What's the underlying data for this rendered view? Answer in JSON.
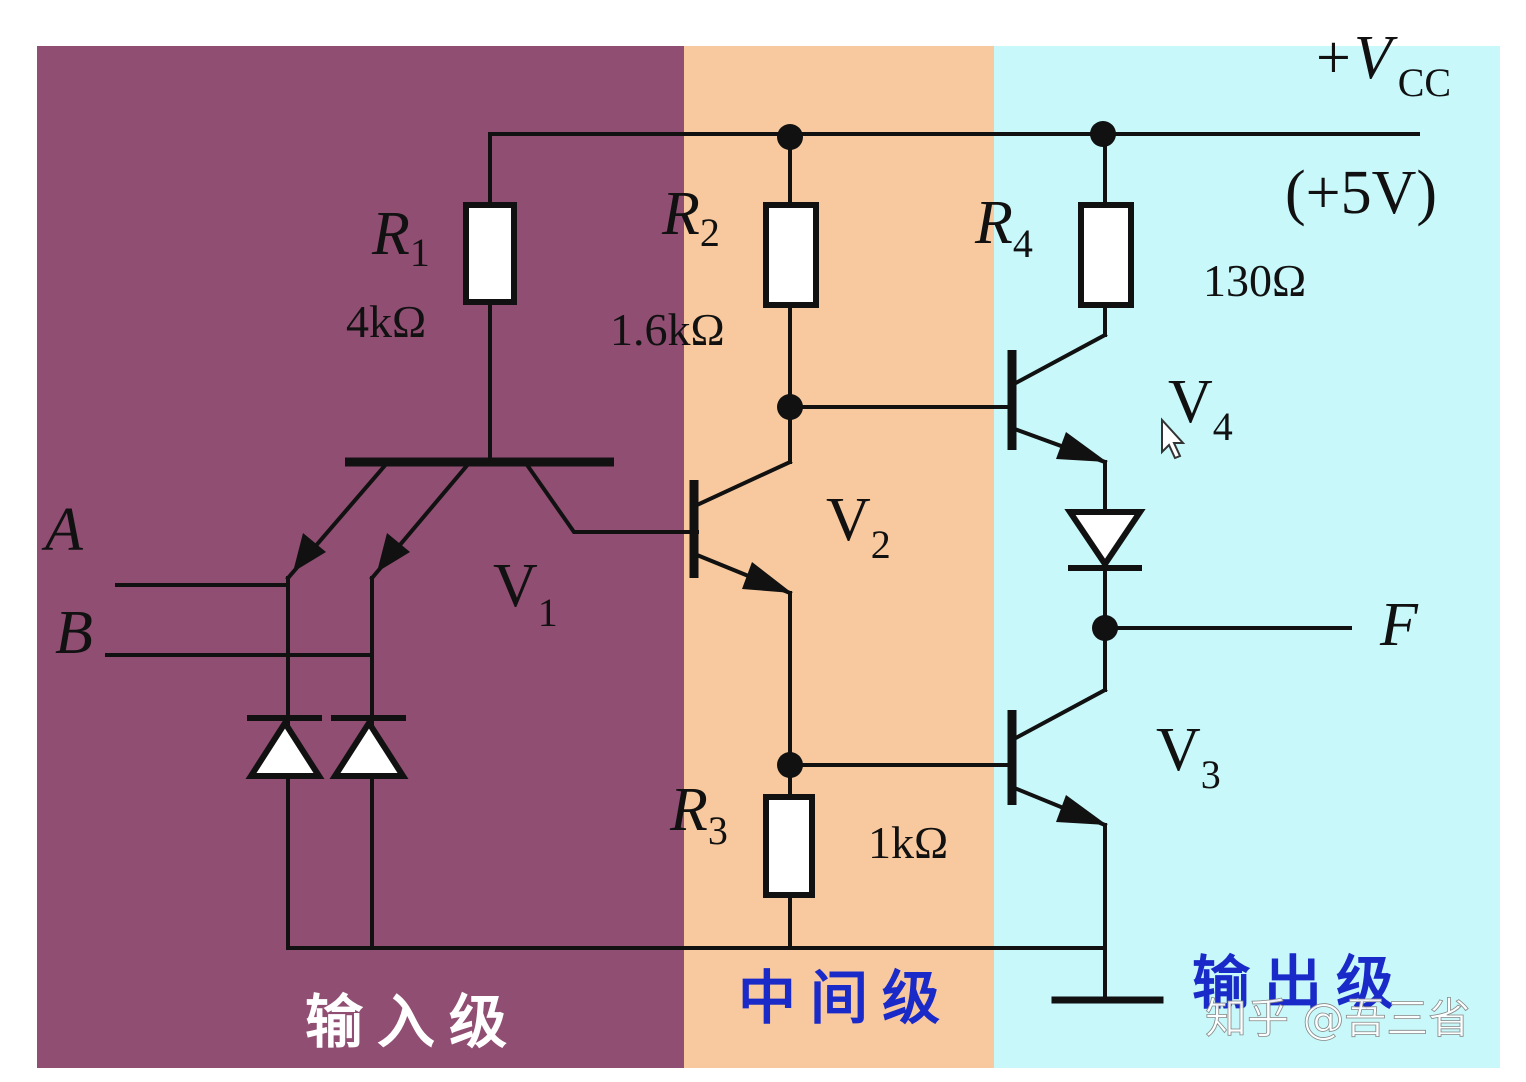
{
  "colors": {
    "input_bg": "#904E72",
    "middle_bg": "#F8C99E",
    "output_bg": "#C8F8FA",
    "wire": "#111111",
    "stage_label_input": "#FFFFFF",
    "stage_label_other": "#1A2AC8"
  },
  "labels": {
    "vcc_prefix": "+V",
    "vcc_sub": "CC",
    "supply": "(+5V)",
    "r1": "R",
    "r1_sub": "1",
    "r1_val": "4kΩ",
    "r2": "R",
    "r2_sub": "2",
    "r2_val": "1.6kΩ",
    "r3": "R",
    "r3_sub": "3",
    "r3_val": "1kΩ",
    "r4": "R",
    "r4_sub": "4",
    "r4_val": "130Ω",
    "v1": "V",
    "v1_sub": "1",
    "v2": "V",
    "v2_sub": "2",
    "v3": "V",
    "v3_sub": "3",
    "v4": "V",
    "v4_sub": "4",
    "input_a": "A",
    "input_b": "B",
    "output_f": "F"
  },
  "stages": {
    "input": "输入级",
    "middle": "中间级",
    "output": "输出级"
  },
  "watermark": "知乎 @吾三省"
}
